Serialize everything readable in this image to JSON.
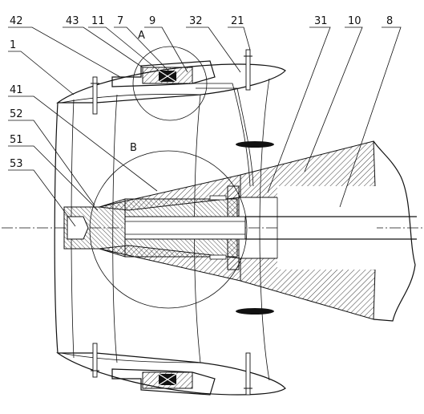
{
  "figure": {
    "part_labels": [
      {
        "id": "p42",
        "text": "42"
      },
      {
        "id": "p43",
        "text": "43"
      },
      {
        "id": "p11",
        "text": "11"
      },
      {
        "id": "p7",
        "text": "7"
      },
      {
        "id": "p9",
        "text": "9"
      },
      {
        "id": "p32",
        "text": "32"
      },
      {
        "id": "p21",
        "text": "21"
      },
      {
        "id": "p31",
        "text": "31"
      },
      {
        "id": "p10",
        "text": "10"
      },
      {
        "id": "p8",
        "text": "8"
      },
      {
        "id": "p1",
        "text": "1"
      },
      {
        "id": "p41",
        "text": "41"
      },
      {
        "id": "p52",
        "text": "52"
      },
      {
        "id": "p51",
        "text": "51"
      },
      {
        "id": "p53",
        "text": "53"
      }
    ],
    "detail_labels": {
      "a": "A",
      "b": "B"
    }
  }
}
